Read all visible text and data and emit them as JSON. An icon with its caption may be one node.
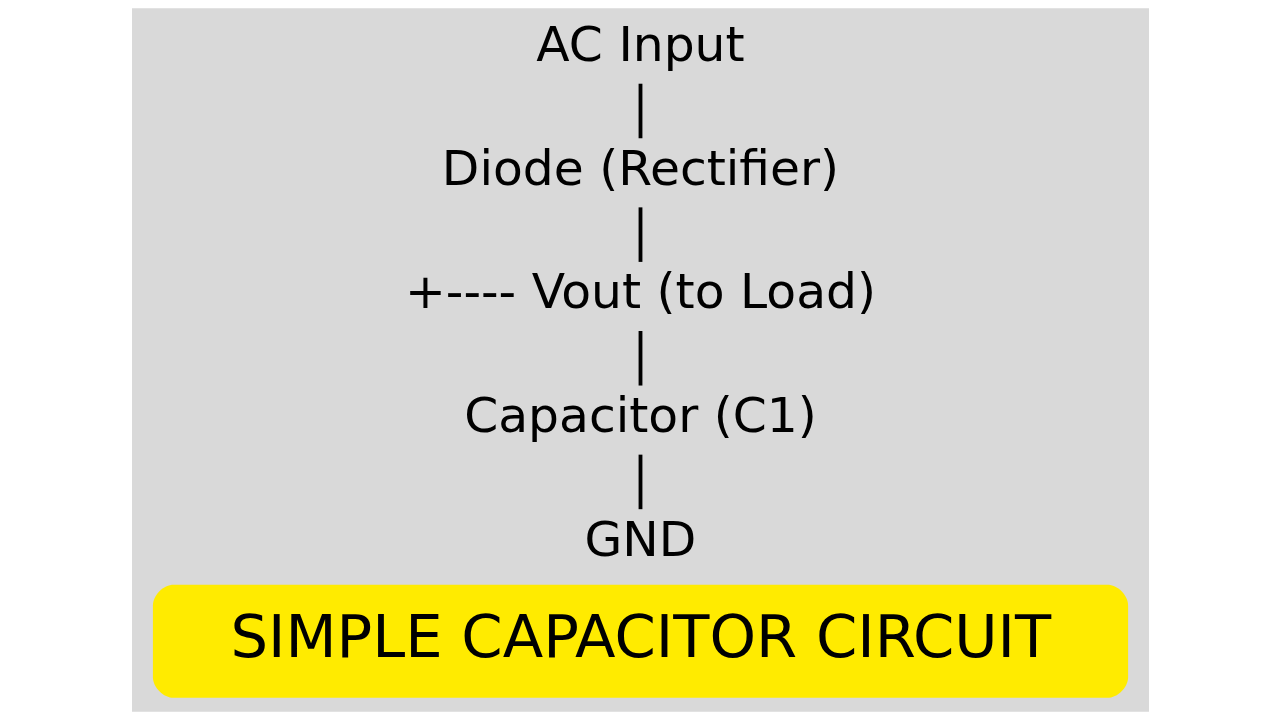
{
  "diagram": {
    "title": "SIMPLE CAPACITOR CIRCUIT",
    "nodes": [
      {
        "text": [
          "AC Input"
        ]
      },
      {
        "text": [
          "Diode (Rectifier)"
        ]
      },
      {
        "text": [
          "+---- Vout (to Load)"
        ]
      },
      {
        "text": [
          "Capacitor (C1)"
        ]
      },
      {
        "text": [
          "GND"
        ]
      }
    ],
    "edges": [
      {
        "from": 0,
        "to": 1,
        "arrow": "none"
      },
      {
        "from": 1,
        "to": 2,
        "arrow": "none"
      },
      {
        "from": 2,
        "to": 3,
        "arrow": "none"
      },
      {
        "from": 3,
        "to": 4,
        "arrow": "none"
      }
    ]
  }
}
